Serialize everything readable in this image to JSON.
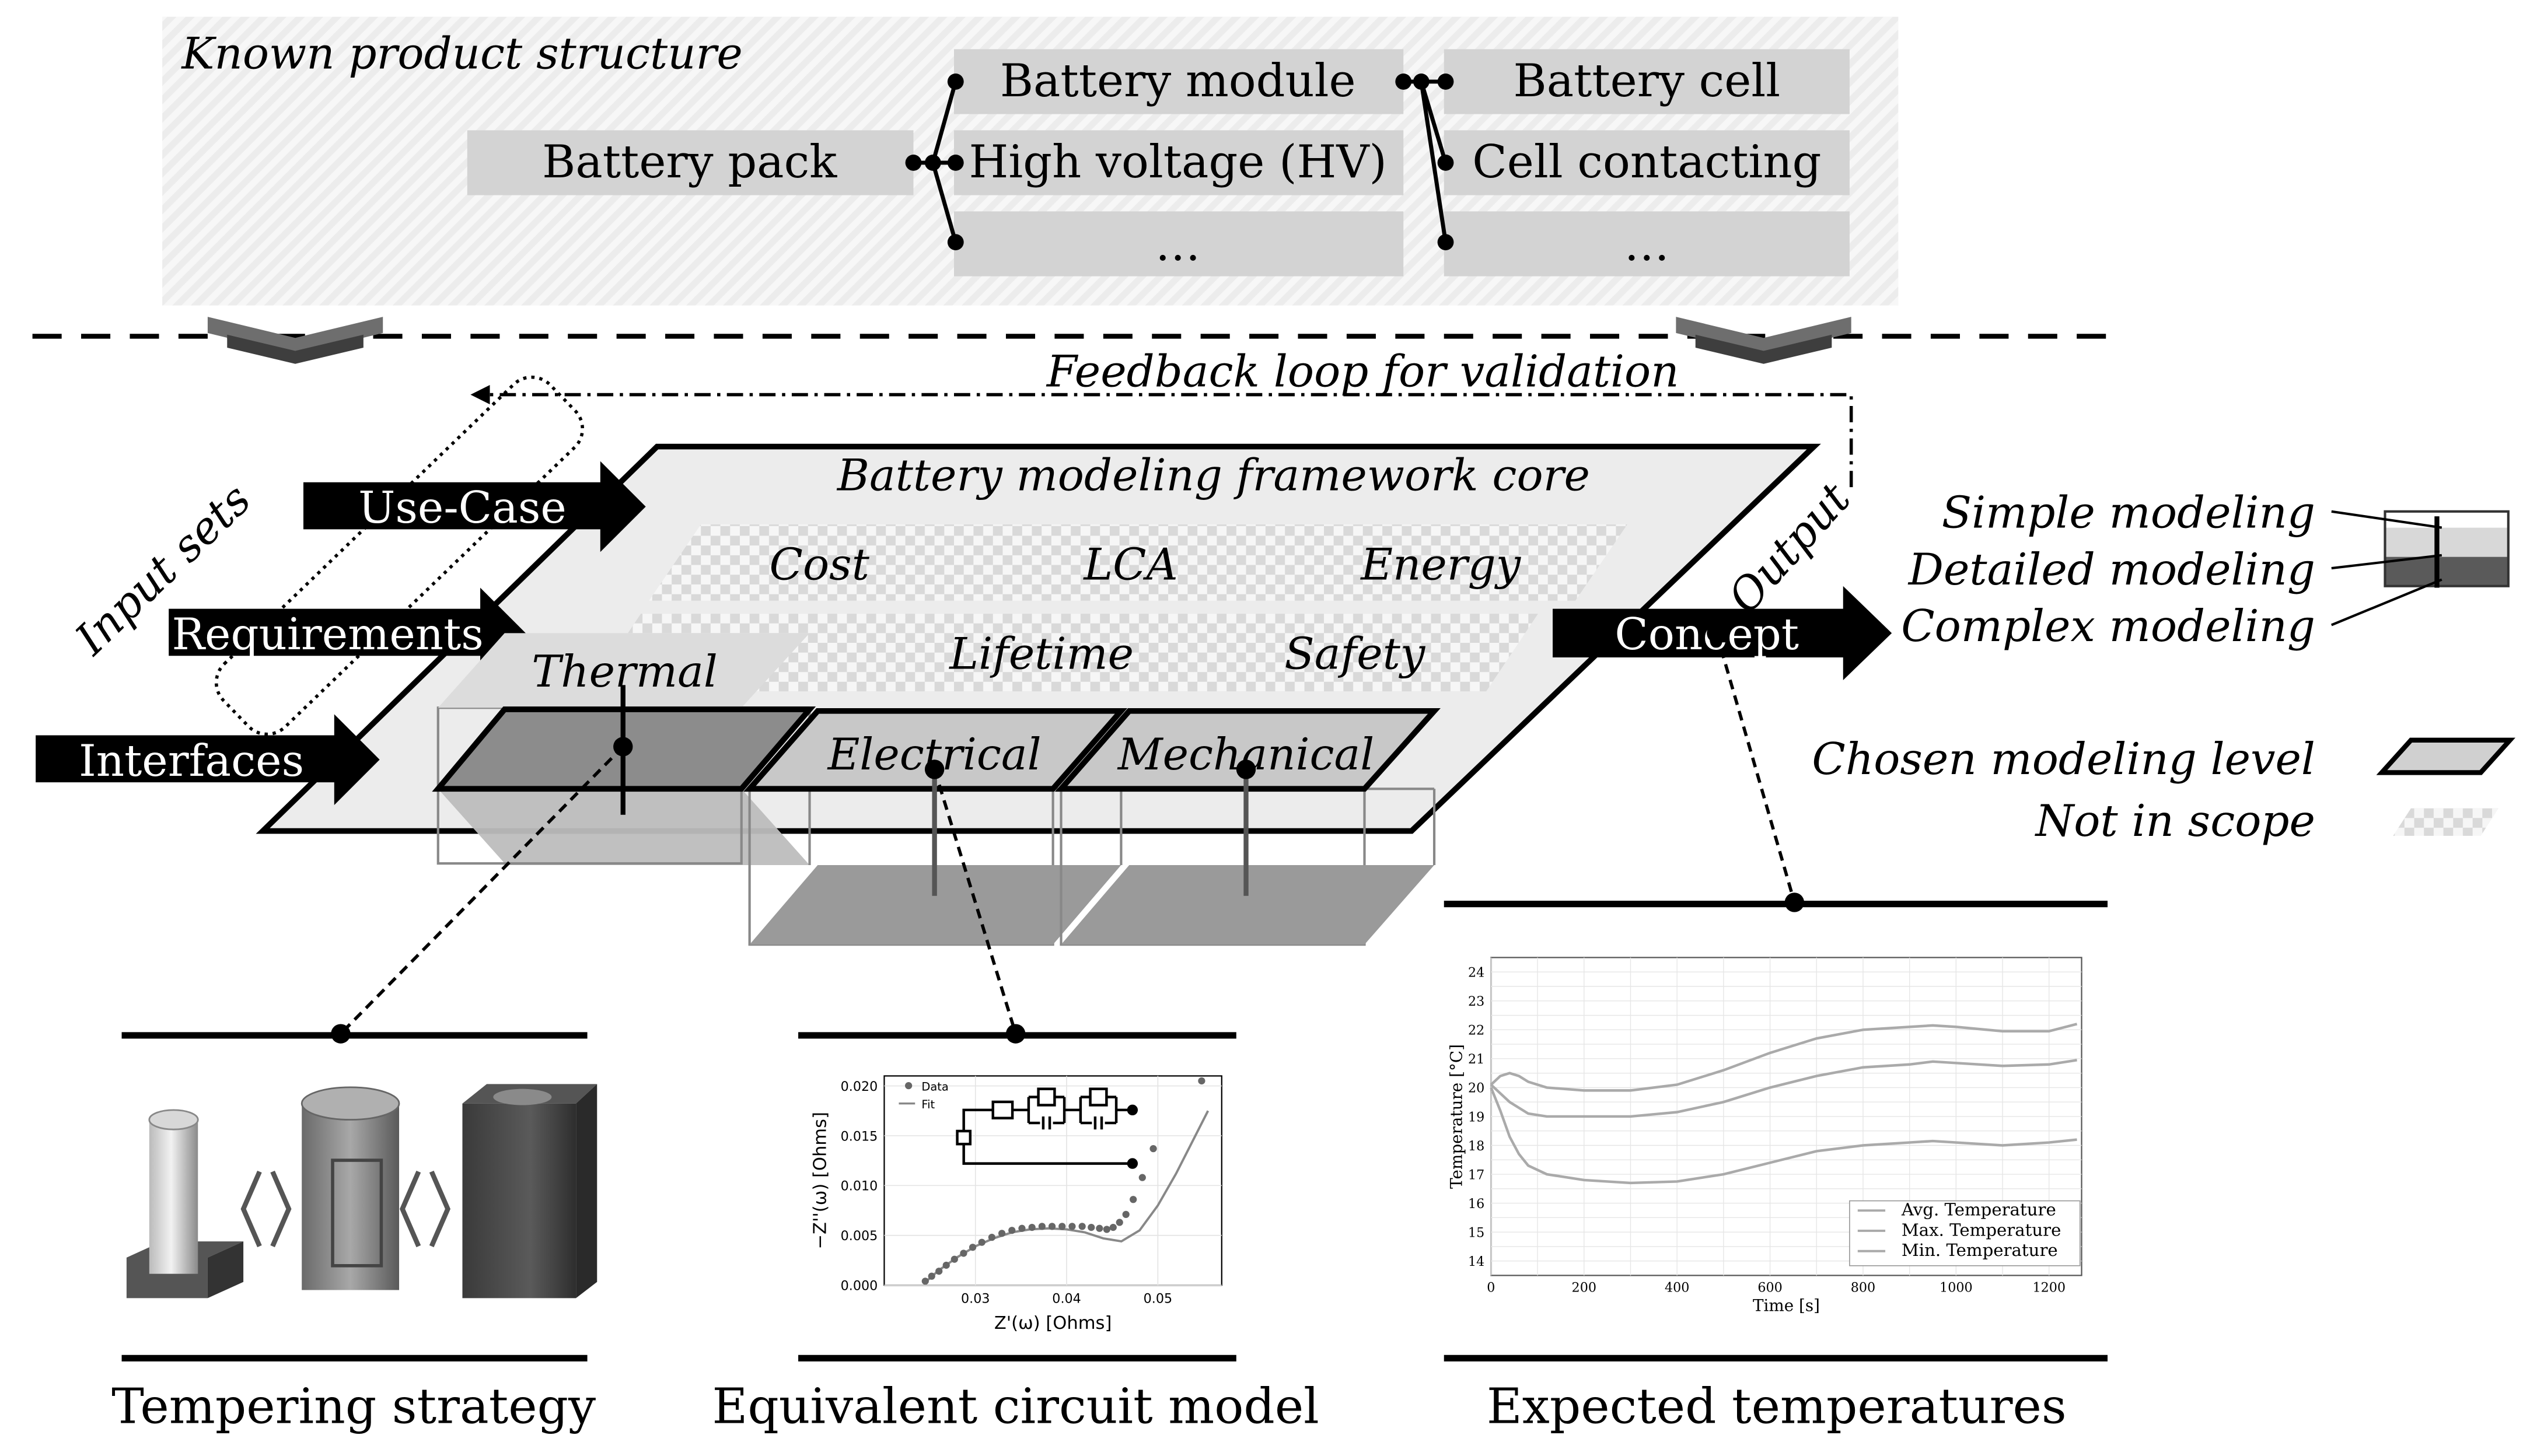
{
  "product_structure": {
    "title": "Known product structure",
    "level1": [
      "Battery pack"
    ],
    "level2": [
      "Battery module",
      "High voltage (HV)",
      "…"
    ],
    "level3": [
      "Battery cell",
      "Cell contacting",
      "…"
    ]
  },
  "feedback_loop": "Feedback loop for validation",
  "input_sets": {
    "label": "Input sets",
    "items": [
      "Use-Case",
      "Requirements",
      "Interfaces"
    ]
  },
  "framework": {
    "title": "Battery modeling framework core",
    "out_of_scope_row1": [
      "Cost",
      "LCA",
      "Energy"
    ],
    "out_of_scope_row2": [
      "Lifetime",
      "Safety"
    ],
    "modules": [
      "Thermal",
      "Electrical",
      "Mechanical"
    ]
  },
  "output": {
    "label": "Output",
    "concept": "Concept"
  },
  "legend": {
    "levels": [
      "Simple modeling",
      "Detailed modeling",
      "Complex modeling"
    ],
    "chosen": "Chosen modeling level",
    "not_in_scope": "Not in scope"
  },
  "panels": {
    "tempering": "Tempering strategy",
    "circuit": "Equivalent circuit model",
    "temperatures": "Expected temperatures"
  },
  "chart_data": [
    {
      "type": "scatter",
      "title": "",
      "xlabel": "Z'(ω) [Ohms]",
      "ylabel": "−Z''(ω) [Ohms]",
      "xlim": [
        0.02,
        0.057
      ],
      "ylim": [
        0.0,
        0.021
      ],
      "x_ticks": [
        "0.03",
        "0.04",
        "0.05"
      ],
      "y_ticks": [
        "0.000",
        "0.005",
        "0.010",
        "0.015",
        "0.020"
      ],
      "legend": [
        "Data",
        "Fit"
      ],
      "series": [
        {
          "name": "Data",
          "x": [
            0.0245,
            0.0252,
            0.026,
            0.0268,
            0.0277,
            0.0287,
            0.0297,
            0.0307,
            0.0318,
            0.0329,
            0.034,
            0.0351,
            0.0362,
            0.0373,
            0.0384,
            0.0395,
            0.0406,
            0.0417,
            0.0427,
            0.0436,
            0.0444,
            0.0451,
            0.0458,
            0.0465,
            0.0473,
            0.0483,
            0.0495,
            0.0548
          ],
          "y": [
            0.0004,
            0.0009,
            0.0014,
            0.002,
            0.0026,
            0.0032,
            0.0038,
            0.0043,
            0.0048,
            0.0052,
            0.0055,
            0.0057,
            0.0058,
            0.0059,
            0.0059,
            0.0059,
            0.0059,
            0.0059,
            0.0058,
            0.0057,
            0.0056,
            0.0058,
            0.0063,
            0.0071,
            0.0086,
            0.0108,
            0.0137,
            0.0205
          ]
        },
        {
          "name": "Fit",
          "x": [
            0.0245,
            0.026,
            0.028,
            0.03,
            0.032,
            0.034,
            0.036,
            0.038,
            0.04,
            0.042,
            0.044,
            0.046,
            0.048,
            0.05,
            0.052,
            0.054,
            0.0555
          ],
          "y": [
            0.0003,
            0.0015,
            0.0028,
            0.0039,
            0.0047,
            0.0053,
            0.0056,
            0.0057,
            0.0056,
            0.0053,
            0.0047,
            0.0044,
            0.0055,
            0.008,
            0.0112,
            0.0148,
            0.0175
          ]
        }
      ]
    },
    {
      "type": "line",
      "title": "",
      "xlabel": "Time [s]",
      "ylabel": "Temperature [°C]",
      "xlim": [
        0,
        1270
      ],
      "ylim": [
        13.5,
        24.5
      ],
      "x_ticks": [
        "0",
        "200",
        "400",
        "600",
        "800",
        "1000",
        "1200"
      ],
      "y_ticks": [
        "14",
        "15",
        "16",
        "17",
        "18",
        "19",
        "20",
        "21",
        "22",
        "23",
        "24"
      ],
      "legend_position": "bottom-right",
      "grid": true,
      "x": [
        0,
        20,
        40,
        60,
        80,
        120,
        200,
        300,
        400,
        500,
        600,
        700,
        800,
        900,
        950,
        1000,
        1100,
        1200,
        1260
      ],
      "series": [
        {
          "name": "Avg. Temperature",
          "values": [
            20.1,
            20.4,
            20.5,
            20.4,
            20.2,
            20.0,
            19.9,
            19.9,
            20.1,
            20.6,
            21.2,
            21.7,
            22.0,
            22.1,
            22.15,
            22.1,
            21.95,
            21.95,
            22.2
          ]
        },
        {
          "name": "Max. Temperature",
          "values": [
            20.1,
            19.8,
            19.5,
            19.3,
            19.1,
            19.0,
            19.0,
            19.0,
            19.15,
            19.5,
            20.0,
            20.4,
            20.7,
            20.8,
            20.9,
            20.85,
            20.75,
            20.8,
            20.95
          ]
        },
        {
          "name": "Min. Temperature",
          "values": [
            20.0,
            19.2,
            18.3,
            17.7,
            17.3,
            17.0,
            16.8,
            16.7,
            16.75,
            17.0,
            17.4,
            17.8,
            18.0,
            18.1,
            18.15,
            18.1,
            18.0,
            18.1,
            18.2
          ]
        }
      ]
    }
  ]
}
